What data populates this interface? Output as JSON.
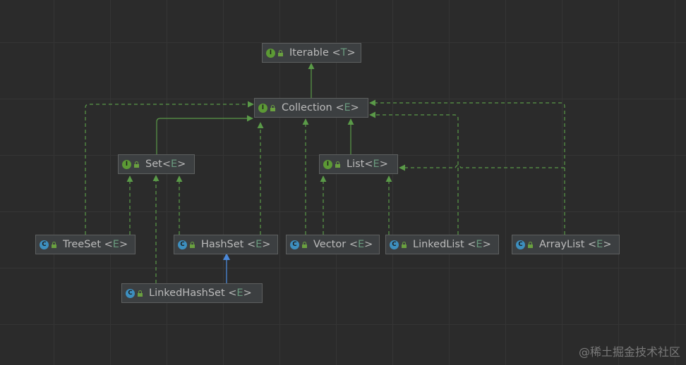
{
  "colors": {
    "background": "#2b2b2b",
    "grid": "#353535",
    "node_bg": "#3c3f41",
    "node_border": "#5e6060",
    "text": "#bbbbbb",
    "type_param": "#6a9a7e",
    "interface_badge": "#5c9a35",
    "class_badge": "#3d8fbf",
    "edge_implements": "#5a9a48",
    "edge_extends_class": "#4a88d8"
  },
  "legend_icons": {
    "interface": {
      "letter": "I",
      "icon": "interface-icon"
    },
    "class": {
      "letter": "C",
      "icon": "class-icon"
    },
    "access": "lock-icon"
  },
  "nodes": {
    "iterable": {
      "kind": "interface",
      "name": "Iterable",
      "open": " <",
      "type": "T",
      "close": ">"
    },
    "collection": {
      "kind": "interface",
      "name": "Collection",
      "open": " <",
      "type": "E",
      "close": ">"
    },
    "set": {
      "kind": "interface",
      "name": "Set",
      "open": "<",
      "type": "E",
      "close": ">"
    },
    "list": {
      "kind": "interface",
      "name": "List",
      "open": "<",
      "type": "E",
      "close": ">"
    },
    "treeset": {
      "kind": "class",
      "name": "TreeSet",
      "open": " <",
      "type": "E",
      "close": ">"
    },
    "hashset": {
      "kind": "class",
      "name": "HashSet",
      "open": " <",
      "type": "E",
      "close": ">"
    },
    "vector": {
      "kind": "class",
      "name": "Vector",
      "open": " <",
      "type": "E",
      "close": ">"
    },
    "linkedlist": {
      "kind": "class",
      "name": "LinkedList",
      "open": " <",
      "type": "E",
      "close": ">"
    },
    "arraylist": {
      "kind": "class",
      "name": "ArrayList",
      "open": " <",
      "type": "E",
      "close": ">"
    },
    "linkedhashset": {
      "kind": "class",
      "name": "LinkedHashSet",
      "open": " <",
      "type": "E",
      "close": ">"
    }
  },
  "edges": [
    {
      "from": "collection",
      "to": "iterable",
      "style": "solid"
    },
    {
      "from": "set",
      "to": "collection",
      "style": "solid"
    },
    {
      "from": "list",
      "to": "collection",
      "style": "solid"
    },
    {
      "from": "treeset",
      "to": "collection",
      "style": "dashed"
    },
    {
      "from": "hashset",
      "to": "collection",
      "style": "dashed"
    },
    {
      "from": "vector",
      "to": "collection",
      "style": "dashed"
    },
    {
      "from": "linkedlist",
      "to": "collection",
      "style": "dashed"
    },
    {
      "from": "arraylist",
      "to": "collection",
      "style": "dashed"
    },
    {
      "from": "treeset",
      "to": "set",
      "style": "dashed"
    },
    {
      "from": "hashset",
      "to": "set",
      "style": "dashed"
    },
    {
      "from": "linkedhashset",
      "to": "set",
      "style": "dashed"
    },
    {
      "from": "vector",
      "to": "list",
      "style": "dashed"
    },
    {
      "from": "linkedlist",
      "to": "list",
      "style": "dashed"
    },
    {
      "from": "arraylist",
      "to": "list",
      "style": "dashed"
    },
    {
      "from": "linkedhashset",
      "to": "hashset",
      "style": "solid-blue"
    }
  ],
  "watermark": "@稀土掘金技术社区"
}
